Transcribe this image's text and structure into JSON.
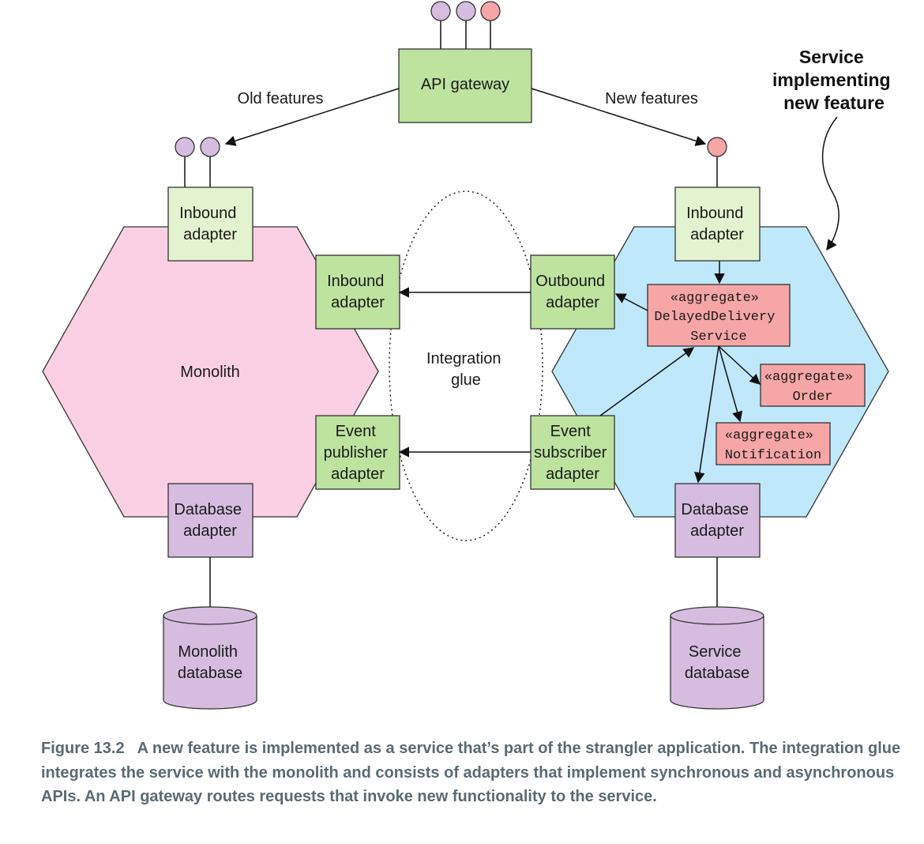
{
  "gateway": {
    "label": "API gateway"
  },
  "routes": {
    "old_label": "Old features",
    "new_label": "New features"
  },
  "annotation": {
    "lines": [
      "Service",
      "implementing",
      "new feature"
    ]
  },
  "monolith": {
    "label": "Monolith",
    "inbound_top": [
      "Inbound",
      "adapter"
    ],
    "inbound_right": [
      "Inbound",
      "adapter"
    ],
    "event_publisher": [
      "Event",
      "publisher",
      "adapter"
    ],
    "database_adapter": [
      "Database",
      "adapter"
    ],
    "database": [
      "Monolith",
      "database"
    ]
  },
  "glue": {
    "label": [
      "Integration",
      "glue"
    ]
  },
  "service": {
    "inbound": [
      "Inbound",
      "adapter"
    ],
    "outbound": [
      "Outbound",
      "adapter"
    ],
    "event_subscriber": [
      "Event",
      "subscriber",
      "adapter"
    ],
    "database_adapter": [
      "Database",
      "adapter"
    ],
    "database": [
      "Service",
      "database"
    ],
    "aggregate_main": [
      "«aggregate»",
      "DelayedDelivery",
      "Service"
    ],
    "aggregate_order": [
      "«aggregate»",
      "Order"
    ],
    "aggregate_notification": [
      "«aggregate»",
      "Notification"
    ]
  },
  "caption": {
    "number": "Figure 13.2",
    "text": "A new feature is implemented as a service that’s part of the strangler application. The integration glue integrates the service with the monolith and consists of adapters that implement synchronous and asynchronous APIs. An API gateway routes requests that invoke new functionality to the service."
  },
  "colors": {
    "monolith_fill": "#fbd0e4",
    "service_fill": "#bfe8fb",
    "adapter_green": "#bde39f",
    "adapter_light_green": "#e3f2cf",
    "database_purple": "#d6bde0",
    "aggregate_red": "#f6a6a6",
    "port_purple": "#d6bde0",
    "port_red": "#f6a6a6"
  }
}
